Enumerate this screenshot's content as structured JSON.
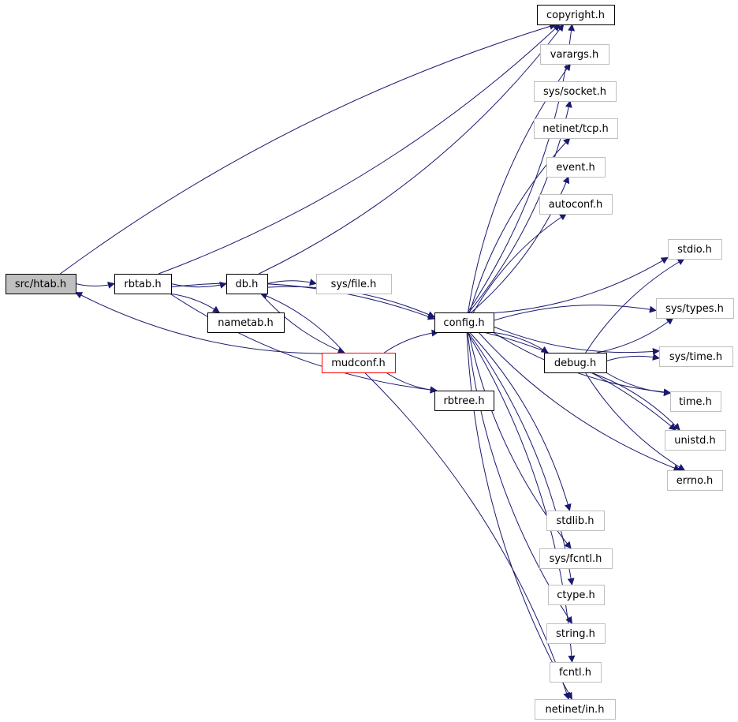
{
  "nodes": [
    {
      "id": "src-htab",
      "label": "src/htab.h",
      "kind": "root"
    },
    {
      "id": "rbtab",
      "label": "rbtab.h",
      "kind": "normal"
    },
    {
      "id": "db",
      "label": "db.h",
      "kind": "normal"
    },
    {
      "id": "nametab",
      "label": "nametab.h",
      "kind": "normal"
    },
    {
      "id": "mudconf",
      "label": "mudconf.h",
      "kind": "truncated"
    },
    {
      "id": "config",
      "label": "config.h",
      "kind": "normal"
    },
    {
      "id": "rbtree",
      "label": "rbtree.h",
      "kind": "normal"
    },
    {
      "id": "debug",
      "label": "debug.h",
      "kind": "normal"
    },
    {
      "id": "copyright",
      "label": "copyright.h",
      "kind": "normal"
    },
    {
      "id": "varargs",
      "label": "varargs.h",
      "kind": "system"
    },
    {
      "id": "sys-socket",
      "label": "sys/socket.h",
      "kind": "system"
    },
    {
      "id": "netinet-tcp",
      "label": "netinet/tcp.h",
      "kind": "system"
    },
    {
      "id": "event",
      "label": "event.h",
      "kind": "system"
    },
    {
      "id": "autoconf",
      "label": "autoconf.h",
      "kind": "system"
    },
    {
      "id": "sys-file",
      "label": "sys/file.h",
      "kind": "system"
    },
    {
      "id": "stdio",
      "label": "stdio.h",
      "kind": "system"
    },
    {
      "id": "sys-types",
      "label": "sys/types.h",
      "kind": "system"
    },
    {
      "id": "sys-time",
      "label": "sys/time.h",
      "kind": "system"
    },
    {
      "id": "time",
      "label": "time.h",
      "kind": "system"
    },
    {
      "id": "unistd",
      "label": "unistd.h",
      "kind": "system"
    },
    {
      "id": "errno",
      "label": "errno.h",
      "kind": "system"
    },
    {
      "id": "stdlib",
      "label": "stdlib.h",
      "kind": "system"
    },
    {
      "id": "sys-fcntl",
      "label": "sys/fcntl.h",
      "kind": "system"
    },
    {
      "id": "ctype",
      "label": "ctype.h",
      "kind": "system"
    },
    {
      "id": "string",
      "label": "string.h",
      "kind": "system"
    },
    {
      "id": "fcntl",
      "label": "fcntl.h",
      "kind": "system"
    },
    {
      "id": "netinet-in",
      "label": "netinet/in.h",
      "kind": "system"
    }
  ],
  "edges": [
    [
      "src-htab",
      "rbtab"
    ],
    [
      "src-htab",
      "copyright"
    ],
    [
      "rbtab",
      "db"
    ],
    [
      "rbtab",
      "nametab"
    ],
    [
      "rbtab",
      "copyright"
    ],
    [
      "rbtab",
      "config"
    ],
    [
      "rbtab",
      "rbtree"
    ],
    [
      "db",
      "sys-file"
    ],
    [
      "db",
      "mudconf"
    ],
    [
      "db",
      "config"
    ],
    [
      "db",
      "copyright"
    ],
    [
      "mudconf",
      "src-htab"
    ],
    [
      "mudconf",
      "db"
    ],
    [
      "mudconf",
      "config"
    ],
    [
      "mudconf",
      "rbtree"
    ],
    [
      "mudconf",
      "netinet-in"
    ],
    [
      "config",
      "copyright"
    ],
    [
      "config",
      "varargs"
    ],
    [
      "config",
      "sys-socket"
    ],
    [
      "config",
      "netinet-tcp"
    ],
    [
      "config",
      "event"
    ],
    [
      "config",
      "autoconf"
    ],
    [
      "config",
      "stdio"
    ],
    [
      "config",
      "sys-types"
    ],
    [
      "config",
      "sys-time"
    ],
    [
      "config",
      "debug"
    ],
    [
      "config",
      "time"
    ],
    [
      "config",
      "unistd"
    ],
    [
      "config",
      "errno"
    ],
    [
      "config",
      "stdlib"
    ],
    [
      "config",
      "sys-fcntl"
    ],
    [
      "config",
      "ctype"
    ],
    [
      "config",
      "string"
    ],
    [
      "config",
      "fcntl"
    ],
    [
      "config",
      "netinet-in"
    ],
    [
      "debug",
      "stdio"
    ],
    [
      "debug",
      "sys-types"
    ],
    [
      "debug",
      "sys-time"
    ],
    [
      "debug",
      "time"
    ],
    [
      "debug",
      "unistd"
    ],
    [
      "debug",
      "errno"
    ]
  ],
  "colors": {
    "edge": "#191970",
    "root_fill": "#bfbfbf",
    "normal_border": "#000000",
    "truncated_border": "#ff0000",
    "system_border": "#bfbfbf"
  }
}
